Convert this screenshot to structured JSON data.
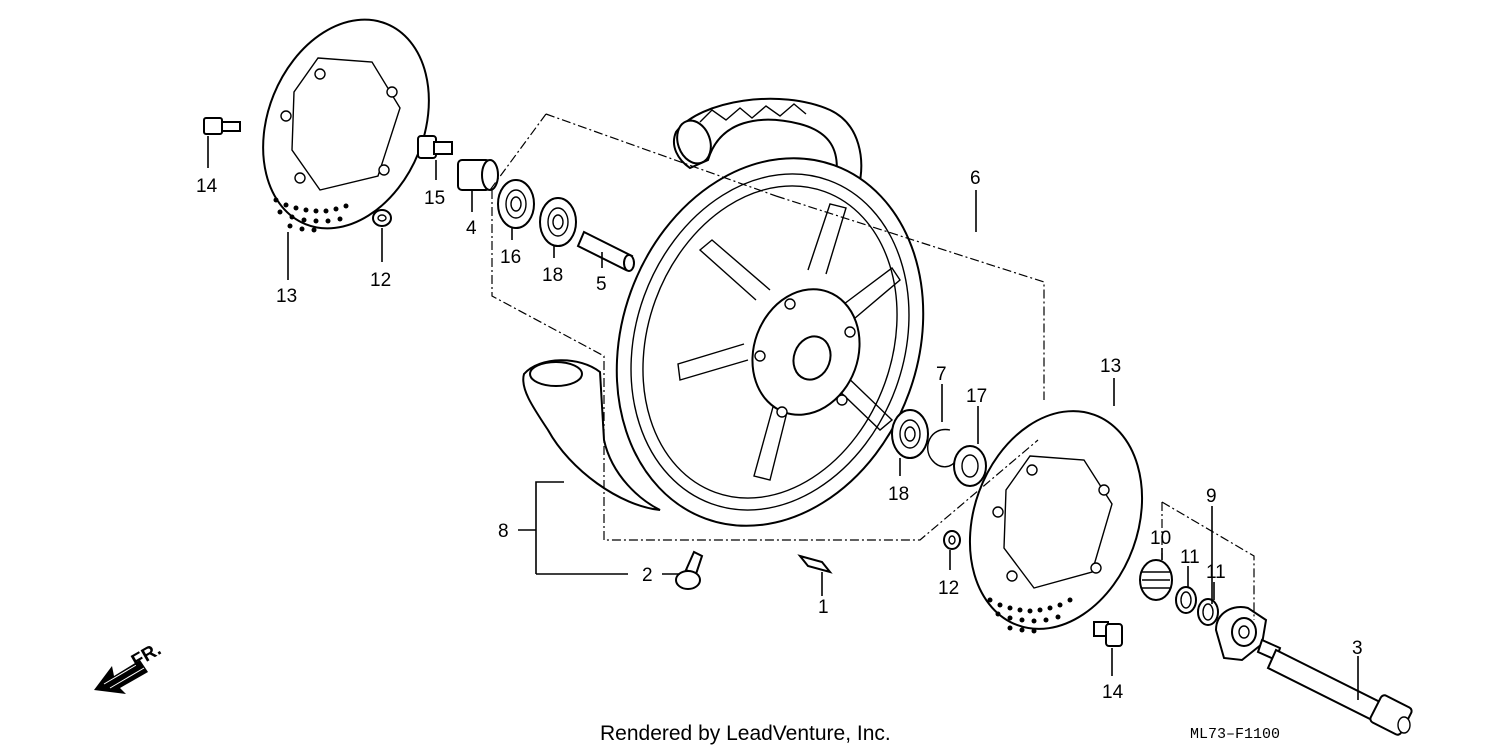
{
  "diagram": {
    "callouts": {
      "c1": "1",
      "c2": "2",
      "c3": "3",
      "c4": "4",
      "c5": "5",
      "c6": "6",
      "c7": "7",
      "c8": "8",
      "c9": "9",
      "c10": "10",
      "c11a": "11",
      "c11b": "11",
      "c12a": "12",
      "c12b": "12",
      "c13a": "13",
      "c13b": "13",
      "c14a": "14",
      "c14b": "14",
      "c15": "15",
      "c16": "16",
      "c17": "17",
      "c18a": "18",
      "c18b": "18"
    },
    "direction_label": "FR.",
    "caption": "Rendered by LeadVenture, Inc.",
    "diagram_code": "ML73–F1100"
  },
  "icons": {
    "direction_arrow": "front-direction-arrow-icon"
  }
}
